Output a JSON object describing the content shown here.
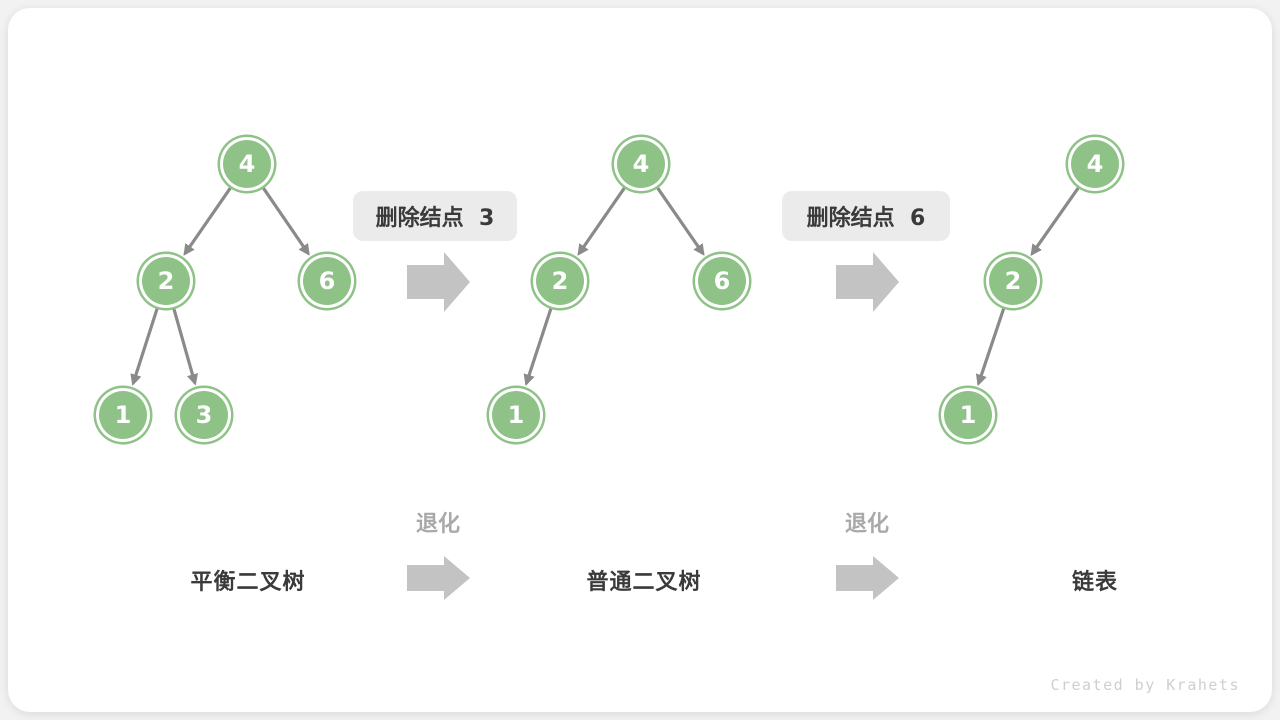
{
  "figure": {
    "transitions": [
      {
        "label": "删除结点  3"
      },
      {
        "label": "删除结点  6"
      }
    ],
    "degrade_steps": [
      {
        "label": "退化"
      },
      {
        "label": "退化"
      }
    ],
    "trees": {
      "balanced": {
        "caption": "平衡二叉树",
        "nodes": [
          "4",
          "2",
          "6",
          "1",
          "3"
        ]
      },
      "ordinary": {
        "caption": "普通二叉树",
        "nodes": [
          "4",
          "2",
          "6",
          "1"
        ]
      },
      "linked_list": {
        "caption": "链表",
        "nodes": [
          "4",
          "2",
          "1"
        ]
      }
    },
    "watermark": "Created by Krahets"
  },
  "colors": {
    "node_fill": "#8EC287",
    "edge": "#8A8A8A",
    "block_arrow": "#C3C3C3",
    "tag_bg": "#EBEBEB",
    "text_dark": "#3A3A3A",
    "text_muted": "#A9A9A9",
    "watermark": "#CFCFCF",
    "card_bg": "#FFFFFF",
    "page_bg": "#F2F2F2"
  }
}
